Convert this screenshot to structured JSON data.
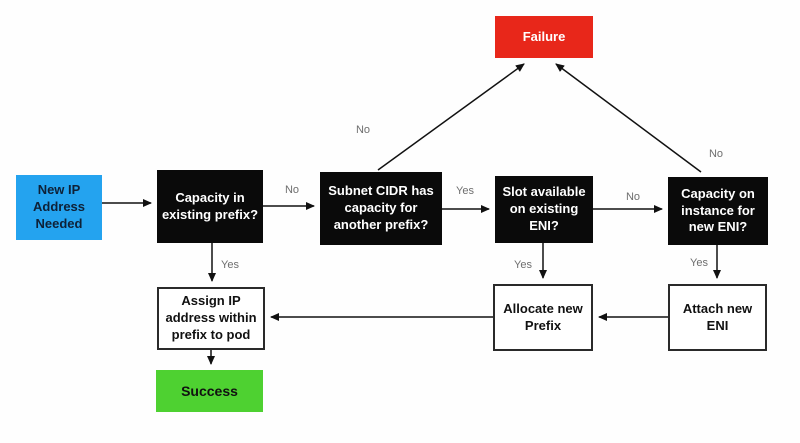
{
  "diagram": {
    "nodes": {
      "start": {
        "label": "New IP\nAddress\nNeeded"
      },
      "q_capacity_prefix": {
        "label": "Capacity in\nexisting prefix?"
      },
      "q_subnet_cidr": {
        "label": "Subnet CIDR has\ncapacity for\nanother prefix?"
      },
      "q_slot_eni": {
        "label": "Slot available\non existing\nENI?"
      },
      "q_capacity_eni": {
        "label": "Capacity on\ninstance for\nnew ENI?"
      },
      "failure": {
        "label": "Failure"
      },
      "assign_ip": {
        "label": "Assign IP\naddress within\nprefix to pod"
      },
      "allocate_prefix": {
        "label": "Allocate new\nPrefix"
      },
      "attach_eni": {
        "label": "Attach new\nENI"
      },
      "success": {
        "label": "Success"
      }
    },
    "edge_labels": {
      "q_capacity_prefix_no": "No",
      "q_capacity_prefix_yes": "Yes",
      "q_subnet_cidr_no": "No",
      "q_subnet_cidr_yes": "Yes",
      "q_slot_eni_no": "No",
      "q_slot_eni_yes": "Yes",
      "q_capacity_eni_no": "No",
      "q_capacity_eni_yes": "Yes"
    },
    "colors": {
      "start_fill": "#24A3EF",
      "failure_fill": "#E8271A",
      "success_fill": "#4ED131",
      "decision_fill": "#0A0A0A",
      "process_border": "#2A2A2A",
      "edge_label_gray": "#6E6E6E",
      "arrow_color": "#111111"
    }
  }
}
